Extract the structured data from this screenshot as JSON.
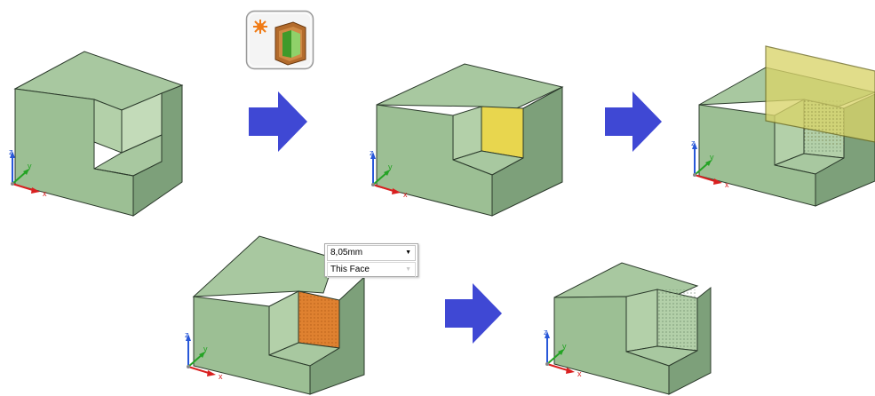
{
  "colors": {
    "top_face": "#a8c8a0",
    "front_face": "#9cbf94",
    "side_face": "#7da07a",
    "notch_light": "#b3d0a9",
    "edge": "#2b3a2b",
    "selected_yellow": "#e8d64e",
    "plane_yellow": "#d9d46a",
    "offset_orange": "#df8130",
    "arrow_blue": "#3f48d4",
    "axis_x": "#d92020",
    "axis_y": "#24a324",
    "axis_z": "#2857d8"
  },
  "tool_icon": {
    "name": "offset-face-tool-icon"
  },
  "axis_labels": {
    "x": "x",
    "y": "y",
    "z": "z"
  },
  "popup": {
    "distance_value": "8,05mm",
    "mode_value": "This Face"
  }
}
